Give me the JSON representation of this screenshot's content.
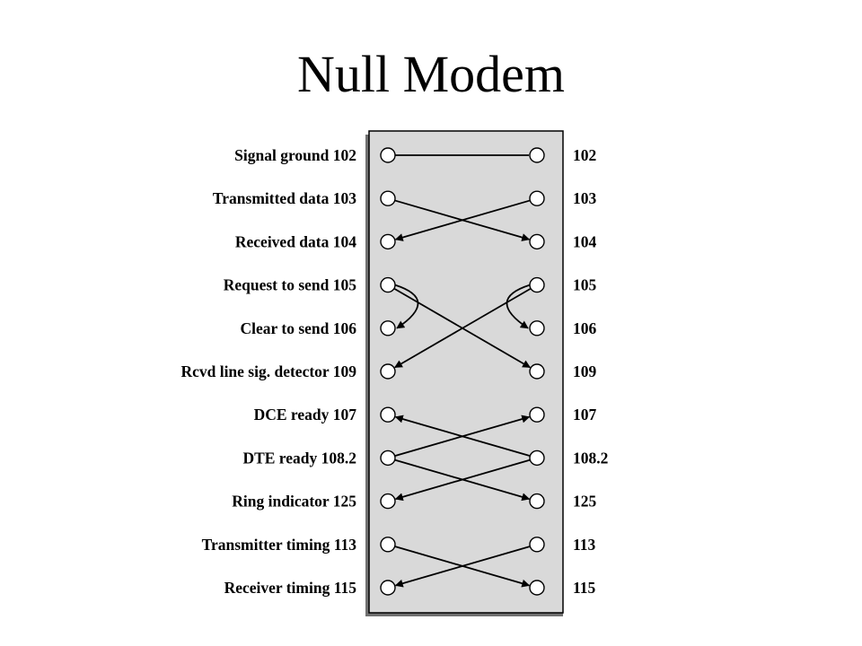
{
  "title": "Null Modem",
  "diagram": {
    "left_labels": [
      "Signal ground 102",
      "Transmitted data 103",
      "Received data 104",
      "Request to send 105",
      "Clear to send 106",
      "Rcvd line sig. detector 109",
      "DCE ready 107",
      "DTE ready 108.2",
      "Ring indicator 125",
      "Transmitter timing 113",
      "Receiver timing 115"
    ],
    "right_labels": [
      "102",
      "103",
      "104",
      "105",
      "106",
      "109",
      "107",
      "108.2",
      "125",
      "113",
      "115"
    ],
    "connections": [
      {
        "from": {
          "side": "left",
          "row": 0
        },
        "to": {
          "side": "right",
          "row": 0
        },
        "arrow": false
      },
      {
        "from": {
          "side": "left",
          "row": 1
        },
        "to": {
          "side": "right",
          "row": 2
        },
        "arrow": true
      },
      {
        "from": {
          "side": "right",
          "row": 1
        },
        "to": {
          "side": "left",
          "row": 2
        },
        "arrow": true
      },
      {
        "from": {
          "side": "left",
          "row": 3
        },
        "to": {
          "side": "right",
          "row": 5
        },
        "arrow": true
      },
      {
        "from": {
          "side": "right",
          "row": 3
        },
        "to": {
          "side": "left",
          "row": 5
        },
        "arrow": true
      },
      {
        "from": {
          "side": "left",
          "row": 3
        },
        "to": {
          "side": "left",
          "row": 4
        },
        "arrow": true,
        "loop": true
      },
      {
        "from": {
          "side": "right",
          "row": 3
        },
        "to": {
          "side": "right",
          "row": 4
        },
        "arrow": true,
        "loop": true
      },
      {
        "from": {
          "side": "left",
          "row": 7
        },
        "to": {
          "side": "right",
          "row": 6
        },
        "arrow": true
      },
      {
        "from": {
          "side": "left",
          "row": 7
        },
        "to": {
          "side": "right",
          "row": 8
        },
        "arrow": true
      },
      {
        "from": {
          "side": "right",
          "row": 7
        },
        "to": {
          "side": "left",
          "row": 6
        },
        "arrow": true
      },
      {
        "from": {
          "side": "right",
          "row": 7
        },
        "to": {
          "side": "left",
          "row": 8
        },
        "arrow": true
      },
      {
        "from": {
          "side": "left",
          "row": 9
        },
        "to": {
          "side": "right",
          "row": 10
        },
        "arrow": true
      },
      {
        "from": {
          "side": "right",
          "row": 9
        },
        "to": {
          "side": "left",
          "row": 10
        },
        "arrow": true
      }
    ],
    "colors": {
      "panel": "#d9d9d9",
      "panel_shadow": "#707070",
      "line": "#000000",
      "pin_fill": "#ffffff"
    }
  }
}
